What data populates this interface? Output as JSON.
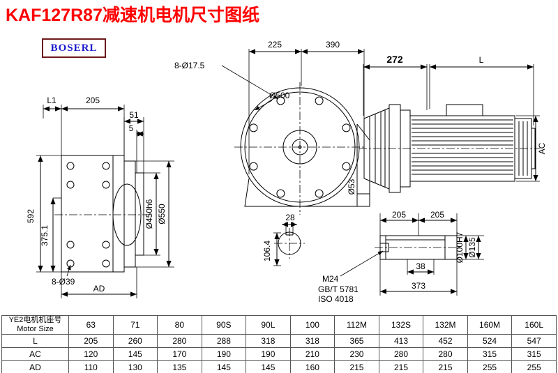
{
  "page": {
    "title": "KAF127R87减速机电机尺寸图纸",
    "brand": "BOSERL"
  },
  "views": {
    "side": {
      "l1": "L1",
      "d205": "205",
      "d51": "51",
      "d5": "5",
      "d592": "592",
      "d375": "375.1",
      "holes": "8-Ø39",
      "ad": "AD",
      "d450": "Ø450h6",
      "d550": "Ø550"
    },
    "front": {
      "d225": "225",
      "d390": "390",
      "holes": "8-Ø17.5",
      "d500": "Ø500",
      "d53": "Ø53",
      "d28": "28",
      "d106": "106.4"
    },
    "motor": {
      "d272": "272",
      "l": "L",
      "ac": "AC"
    },
    "shaft": {
      "d205a": "205",
      "d205b": "205",
      "d38": "38",
      "d373": "373",
      "m24": "M24",
      "gbt": "GB/T 5781",
      "iso": "ISO 4018",
      "d100": "Ø100H7",
      "d135": "Ø135"
    }
  },
  "table": {
    "header_line1": "YE2电机机座号",
    "header_line2": "Motor Size",
    "columns": [
      "63",
      "71",
      "80",
      "90S",
      "90L",
      "100",
      "112M",
      "132S",
      "132M",
      "160M",
      "160L"
    ],
    "rows": [
      {
        "label": "L",
        "values": [
          "205",
          "260",
          "280",
          "288",
          "318",
          "318",
          "365",
          "413",
          "452",
          "524",
          "547"
        ]
      },
      {
        "label": "AC",
        "values": [
          "120",
          "145",
          "170",
          "190",
          "190",
          "210",
          "230",
          "280",
          "280",
          "315",
          "315"
        ]
      },
      {
        "label": "AD",
        "values": [
          "110",
          "130",
          "135",
          "145",
          "145",
          "160",
          "215",
          "215",
          "215",
          "255",
          "255"
        ]
      }
    ]
  }
}
